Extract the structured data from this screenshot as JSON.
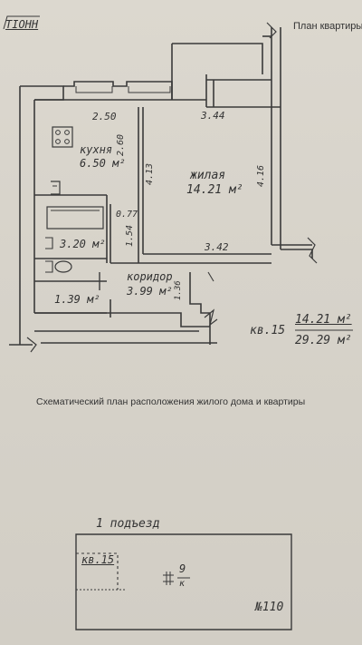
{
  "header": {
    "stamp": "TIOHH",
    "plan_title": "План квартиры"
  },
  "rooms": {
    "kitchen_name": "кухня",
    "kitchen_area": "6.50 м²",
    "living_name": "жилая",
    "living_area": "14.21 м²",
    "corridor_name": "коридор",
    "corridor_area": "3.99 м²",
    "bath_area": "3.20 м²",
    "wc_area": "1.39 м²"
  },
  "dimensions": {
    "kitchen_top": "2.50",
    "living_top": "3.44",
    "kitchen_right": "2.60",
    "living_left": "4.13",
    "living_right": "4.16",
    "bath_top": "0.77",
    "bath_side": "1.54",
    "living_bottom": "3.42",
    "corridor_right": "1.36"
  },
  "summary": {
    "apartment": "кв.15",
    "living_area": "14.21 м²",
    "total_area": "29.29 м²"
  },
  "scheme": {
    "caption": "Схематический план расположения жилого дома и квартиры",
    "entrance": "1 подъезд",
    "apartment": "кв.15",
    "building_no": "9",
    "building_suffix": "к",
    "sheet_no": "№110"
  }
}
